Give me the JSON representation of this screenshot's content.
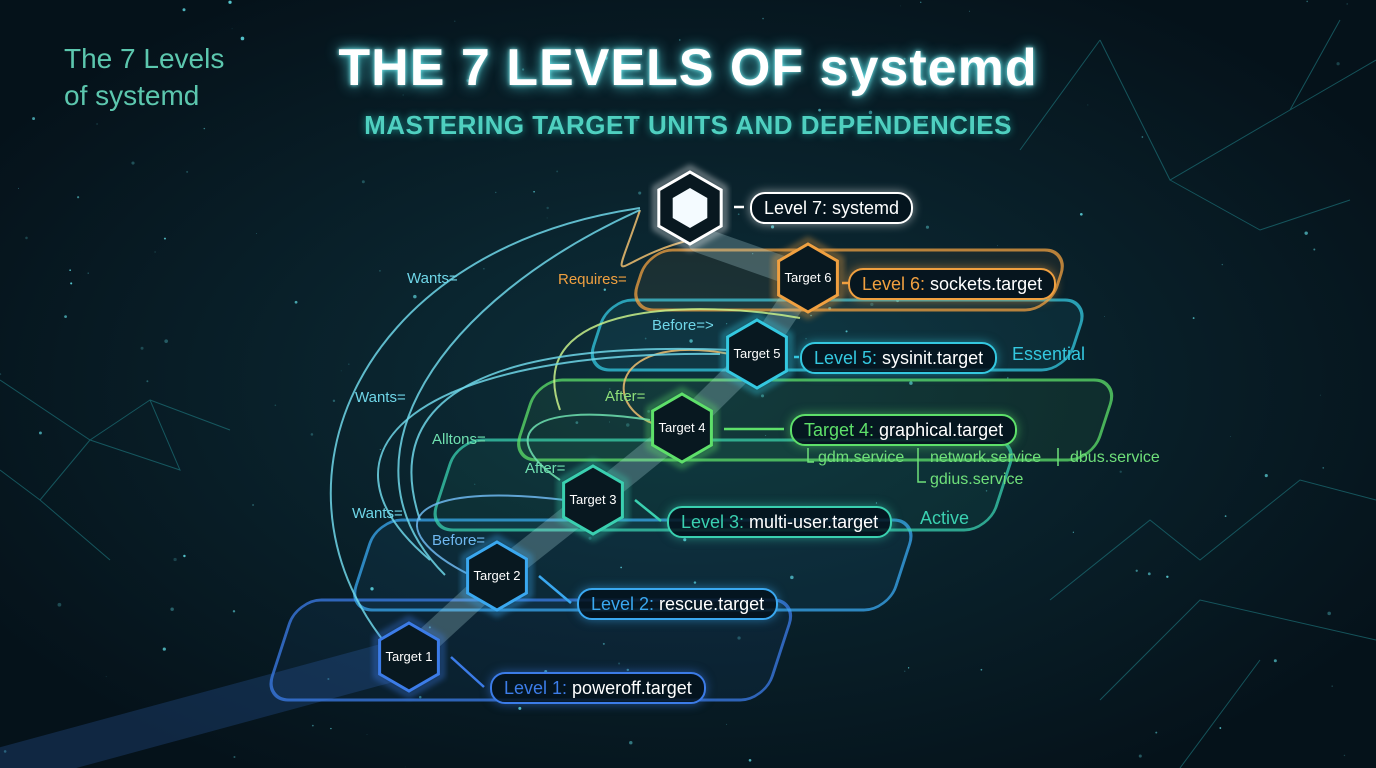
{
  "corner_title": [
    "The 7 Levels",
    "of systemd"
  ],
  "title": "THE 7 LEVELS OF systemd",
  "subtitle": "MASTERING TARGET UNITS AND DEPENDENCIES",
  "colors": {
    "background": "#05121a",
    "level7": "#ffffff",
    "level6": "#f0a040",
    "level5": "#34c8e0",
    "level4": "#5ee06a",
    "level3": "#3ad0b0",
    "level2": "#3aa8f0",
    "level1": "#3c7ce8"
  },
  "levels": [
    {
      "node": "Target 1",
      "prefix": "Level 1:",
      "name": "poweroff.target",
      "color": "#3c7ce8"
    },
    {
      "node": "Target 2",
      "prefix": "Level 2:",
      "name": "rescue.target",
      "color": "#3aa8f0"
    },
    {
      "node": "Target 3",
      "prefix": "Level 3:",
      "name": "multi-user.target",
      "color": "#3ad0b0",
      "tag": "Active"
    },
    {
      "node": "Target 4",
      "prefix": "Target 4:",
      "name": "graphical.target",
      "color": "#5ee06a"
    },
    {
      "node": "Target 5",
      "prefix": "Level 5:",
      "name": "sysinit.target",
      "color": "#34c8e0",
      "tag": "Essential"
    },
    {
      "node": "Target 6",
      "prefix": "Level 6:",
      "name": "sockets.target",
      "color": "#f0a040"
    },
    {
      "node": "",
      "prefix": "Level 7:",
      "name": "systemd",
      "color": "#ffffff"
    }
  ],
  "services": [
    "gdm.service",
    "network.service",
    "dbus.service",
    "gdius.service"
  ],
  "edge_labels": [
    {
      "text": "Wants=",
      "color": "#6fd6e8"
    },
    {
      "text": "Requires=",
      "color": "#f0a040"
    },
    {
      "text": "Before=>",
      "color": "#6fd6e8"
    },
    {
      "text": "Wants=",
      "color": "#6fd6e8"
    },
    {
      "text": "After=",
      "color": "#8ee07a"
    },
    {
      "text": "Alltons=",
      "color": "#6fe0b0"
    },
    {
      "text": "After=",
      "color": "#6fe0b0"
    },
    {
      "text": "Wants=",
      "color": "#6fd6e8"
    },
    {
      "text": "Before=",
      "color": "#6fb8f0"
    }
  ]
}
